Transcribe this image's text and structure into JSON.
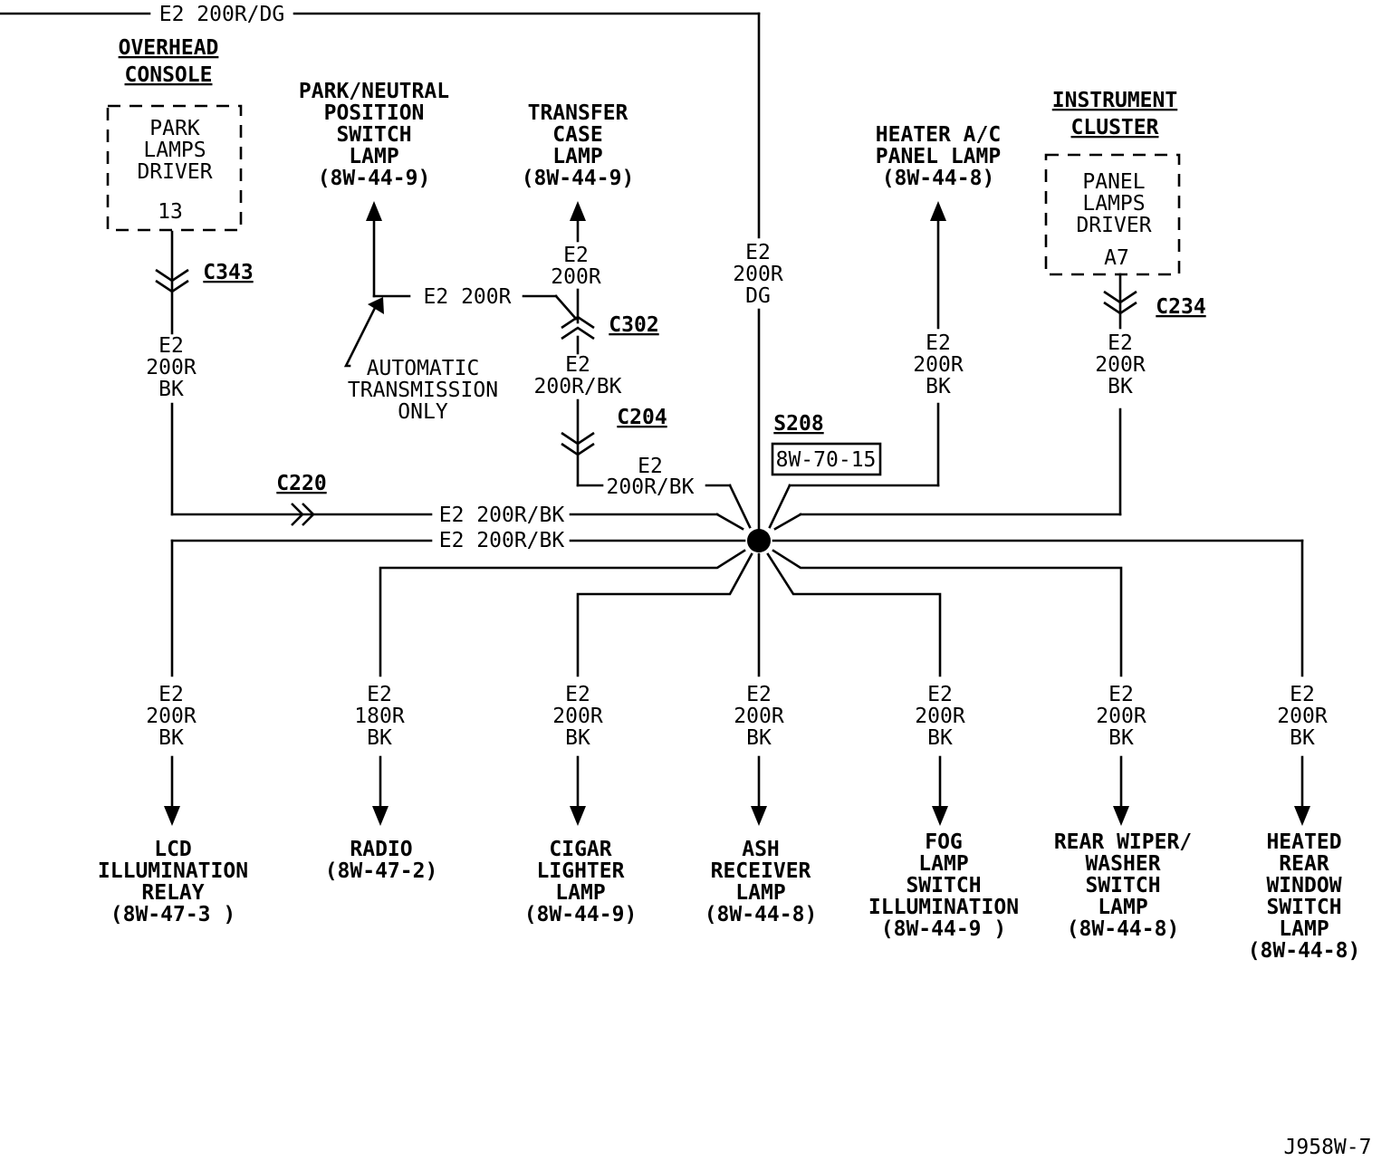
{
  "top_wire": "E2 200R/DG",
  "overhead_console": {
    "title": [
      "OVERHEAD",
      "CONSOLE"
    ],
    "box": [
      "PARK",
      "LAMPS",
      "DRIVER"
    ],
    "pin": "13",
    "connector": "C343",
    "wire": [
      "E2",
      "200R",
      "BK"
    ]
  },
  "connector_c220": "C220",
  "park_neutral": {
    "title": [
      "PARK/NEUTRAL",
      "POSITION",
      "SWITCH",
      "LAMP",
      "(8W-44-9)"
    ],
    "wire": "E2 200R",
    "note": [
      "AUTOMATIC",
      "TRANSMISSION",
      "ONLY"
    ]
  },
  "transfer_case": {
    "title": [
      "TRANSFER",
      "CASE",
      "LAMP",
      "(8W-44-9)"
    ],
    "wire_above": [
      "E2",
      "200R"
    ],
    "connector_c302": "C302",
    "wire_below": [
      "E2",
      "200R/BK"
    ],
    "connector_c204": "C204",
    "wire_splice": [
      "E2",
      "200R/BK"
    ]
  },
  "center_wire": [
    "E2",
    "200R",
    "DG"
  ],
  "splice": {
    "name": "S208",
    "ref": "8W-70-15"
  },
  "heater": {
    "title": [
      "HEATER A/C",
      "PANEL LAMP",
      "(8W-44-8)"
    ],
    "wire": [
      "E2",
      "200R",
      "BK"
    ]
  },
  "instrument_cluster": {
    "title": [
      "INSTRUMENT",
      "CLUSTER"
    ],
    "box": [
      "PANEL",
      "LAMPS",
      "DRIVER"
    ],
    "pin": "A7",
    "connector": "C234",
    "wire": [
      "E2",
      "200R",
      "BK"
    ]
  },
  "left_wires": [
    "E2 200R/BK",
    "E2 200R/BK"
  ],
  "outputs": [
    {
      "wire": [
        "E2",
        "200R",
        "BK"
      ],
      "label": [
        "LCD",
        "ILLUMINATION",
        "RELAY",
        "(8W-47-3 )"
      ]
    },
    {
      "wire": [
        "E2",
        "180R",
        "BK"
      ],
      "label": [
        "RADIO",
        "(8W-47-2)"
      ]
    },
    {
      "wire": [
        "E2",
        "200R",
        "BK"
      ],
      "label": [
        "CIGAR",
        "LIGHTER",
        "LAMP",
        "(8W-44-9)"
      ]
    },
    {
      "wire": [
        "E2",
        "200R",
        "BK"
      ],
      "label": [
        "ASH",
        "RECEIVER",
        "LAMP",
        "(8W-44-8)"
      ]
    },
    {
      "wire": [
        "E2",
        "200R",
        "BK"
      ],
      "label": [
        "FOG",
        "LAMP",
        "SWITCH",
        "ILLUMINATION",
        "(8W-44-9 )"
      ]
    },
    {
      "wire": [
        "E2",
        "200R",
        "BK"
      ],
      "label": [
        "REAR WIPER/",
        "WASHER",
        "SWITCH",
        "LAMP",
        "(8W-44-8)"
      ]
    },
    {
      "wire": [
        "E2",
        "200R",
        "BK"
      ],
      "label": [
        "HEATED",
        "REAR",
        "WINDOW",
        "SWITCH",
        "LAMP",
        "(8W-44-8)"
      ]
    }
  ],
  "figure_id": "J958W-7"
}
